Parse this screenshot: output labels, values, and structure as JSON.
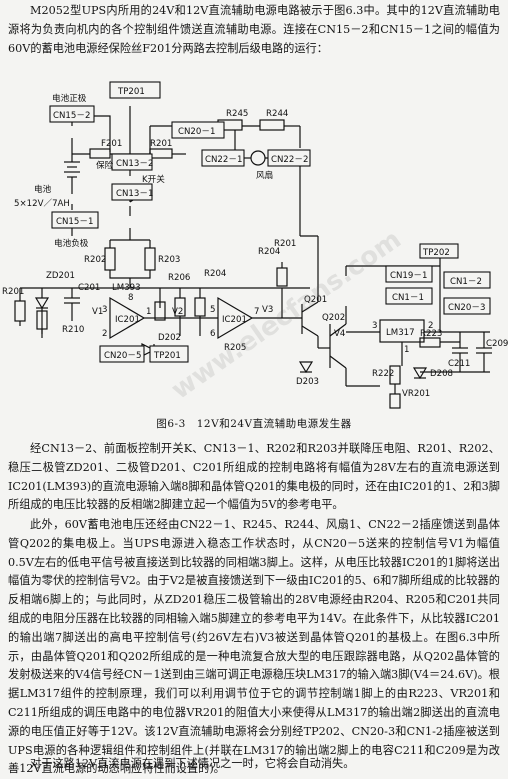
{
  "article": {
    "intro": "M2052型UPS内所用的24V和12V直流辅助电源电路被示于图6.3中。其中的12V直流辅助电源将为负责向机内的各个控制组件馈送直流辅助电源。连接在CN15－2和CN15－1之间的幅值为60V的蓄电池电源经保险丝F201分两路去控制后级电路的运行：",
    "para1": "经CN13－2、前面板控制开关K、CN13－1、R202和R203并联降压电阻、R201、R202、稳压二极管ZD201、二极管D201、C201所组成的控制电路将有幅值为28V左右的直流电源送到IC201(LM393)的直流电源输入端8脚和晶体管Q201的集电极的同时，还在由IC201的1、2和3脚所组成的电压比较器的反相端2脚建立起一个幅值为5V的参考电平。",
    "para2": "此外，60V蓄电池电压还经由CN22－1、R245、R244、风扇1、CN22－2插座馈送到晶体管Q202的集电极上。当UPS电源进入稳态工作状态时，从CN20－5送来的控制信号V1为幅值0.5V左右的低电平信号被直接送到比较器的同相端3脚上。这样，从电压比较器IC201的1脚将送出幅值为零伏的控制信号V2。由于V2是被直接馈送到下一级由IC201的5、6和7脚所组成的比较器的反相端6脚上的；与此同时，从ZD201稳压二极管输出的28V电源经由R204、R205和C201共同组成的电阻分压器在比较器的同相输入端5脚建立的参考电平为14V。在此条件下，从比较器IC201的输出端7脚送出的高电平控制信号(约26V左右)V3被送到晶体管Q201的基极上。在图6.3中所示，由晶体管Q201和Q202所组成的是一种电流复合放大型的电压跟踪器电路，从Q202晶体管的发射极送来的V4信号经CN－1送到由三端可调正电源稳压块LM317的输入端3脚(V4＝24.6V)。根据LM317组件的控制原理，我们可以利用调节位于它的调节控制端1脚上的由R223、VR201和C211所组成的调压电路中的电位器VR201的阻值大小来使得从LM317的输出端2脚送出的直流电源的电压值正好等于12V。该12V直流辅助电源将会分别经TP202、CN20-3和CN1-2插座被送到UPS电源的各种逻辑组件和控制组件上(并联在LM317的输出端2脚上的电容C211和C209是为改善12V直流电源的动态响应特性而设置的)。",
    "para3": "对于这路12V直流电源在遇到下述情况之一时，它将会自动消失。",
    "caption": "图6-3　12V和24V直流辅助电源发生器"
  },
  "schematic": {
    "labels": {
      "batt_pos": "电池正极",
      "cn15_2": "CN15－2",
      "f201": "F201",
      "fuse": "保险",
      "tp201": "TP201",
      "r201": "R201",
      "cn20_1": "CN20－1",
      "r245": "R245",
      "r244": "R244",
      "fan": "风扇",
      "cn13_2": "CN13－2",
      "kswitch": "K开关",
      "cn13_1": "CN13－1",
      "cn22_1": "CN22－1",
      "cn22_2": "CN22－2",
      "battery": "电池",
      "battery_spec": "5×12V／7AH",
      "r202": "R202",
      "r203": "R203",
      "cn15_1": "CN15－1",
      "batt_neg": "电池负极",
      "r_left": "R201",
      "zd201": "ZD201",
      "c201": "C201",
      "lm393": "LM393",
      "ic201a": "IC201",
      "ic201b": "IC201",
      "r204": "R204",
      "r205": "R205",
      "r206": "R206",
      "r210": "R210",
      "d202": "D202",
      "v1": "V1",
      "v2": "V2",
      "v3": "V3",
      "v4": "V4",
      "q201": "Q201",
      "q202": "Q202",
      "d203": "D203",
      "cn20_5": "CN20－5",
      "tp201b": "TP201",
      "tp202": "TP202",
      "cn19_1": "CN19－1",
      "cn1_1": "CN1－1",
      "cn1_2": "CN1－2",
      "cn20_3": "CN20－3",
      "lm317": "LM317",
      "r223": "R223",
      "r222": "R222",
      "d208": "D208",
      "vr201": "VR201",
      "c209": "C209",
      "c211": "C211",
      "r204b": "R204",
      "r201b": "R201",
      "pin3": "3",
      "pin2": "2",
      "pin1": "1",
      "pin8": "8",
      "pin5": "5",
      "pin6": "6",
      "pin7": "7",
      "pin2b": "2",
      "pin3b": "3",
      "pin1b": "1"
    }
  },
  "watermark": "www.elecfans.com"
}
